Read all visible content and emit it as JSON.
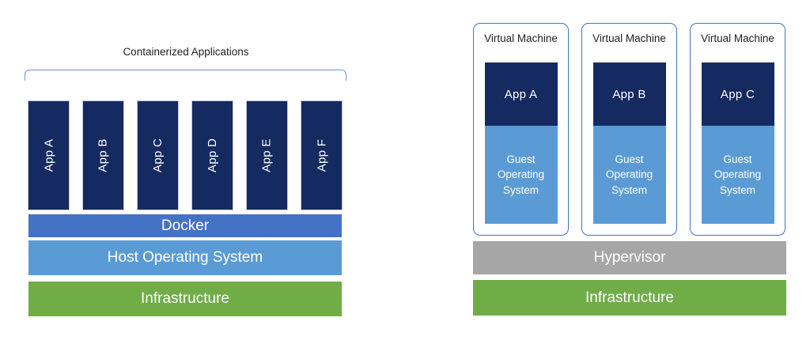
{
  "diagram": {
    "left": {
      "title": "Containerized Applications",
      "apps": [
        "App A",
        "App B",
        "App C",
        "App D",
        "App E",
        "App F"
      ],
      "layers": {
        "docker": "Docker",
        "host_os": "Host Operating System",
        "infrastructure": "Infrastructure"
      }
    },
    "right": {
      "vms": [
        {
          "title": "Virtual Machine",
          "app": "App A",
          "guest_os": "Guest Operating System"
        },
        {
          "title": "Virtual Machine",
          "app": "App B",
          "guest_os": "Guest Operating System"
        },
        {
          "title": "Virtual Machine",
          "app": "App C",
          "guest_os": "Guest Operating System"
        }
      ],
      "layers": {
        "hypervisor": "Hypervisor",
        "infrastructure": "Infrastructure"
      }
    }
  },
  "colors": {
    "app_navy": "#152A60",
    "docker_blue": "#4472C4",
    "os_blue": "#5B9BD5",
    "infra_green": "#70AD47",
    "hypervisor_gray": "#A6A6A6",
    "vm_border_blue": "#4472C4",
    "bracket_blue": "#6C96CE",
    "label_dark": "#1F1F1F"
  }
}
